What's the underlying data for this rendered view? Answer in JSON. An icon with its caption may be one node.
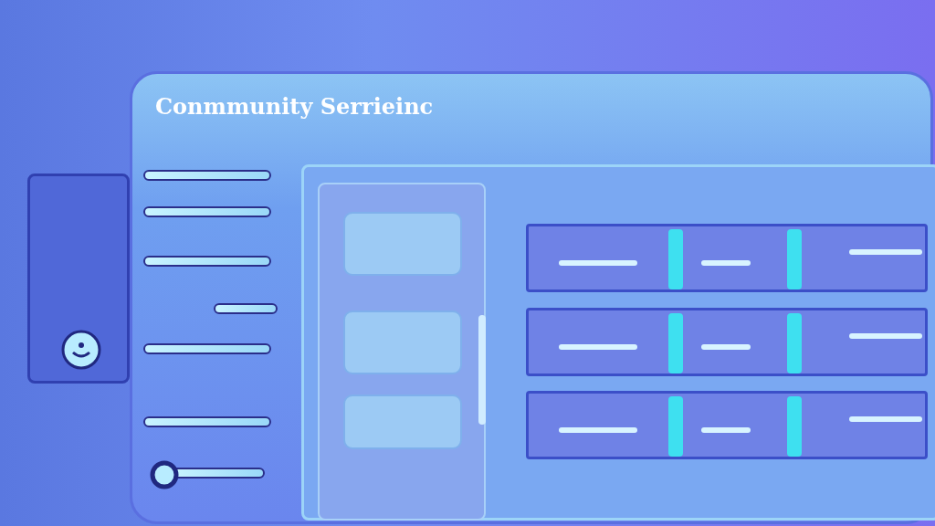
{
  "diagram": {
    "title": "Conmmunity Serrieinc",
    "nodes": [
      {
        "text": [],
        "shape": "bar"
      },
      {
        "text": [],
        "shape": "bar"
      },
      {
        "text": [],
        "shape": "bar"
      },
      {
        "text": [],
        "shape": "bar"
      },
      {
        "text": [],
        "shape": "bar"
      },
      {
        "text": [],
        "shape": "box"
      },
      {
        "text": [],
        "shape": "box"
      },
      {
        "text": [],
        "shape": "box"
      }
    ]
  }
}
